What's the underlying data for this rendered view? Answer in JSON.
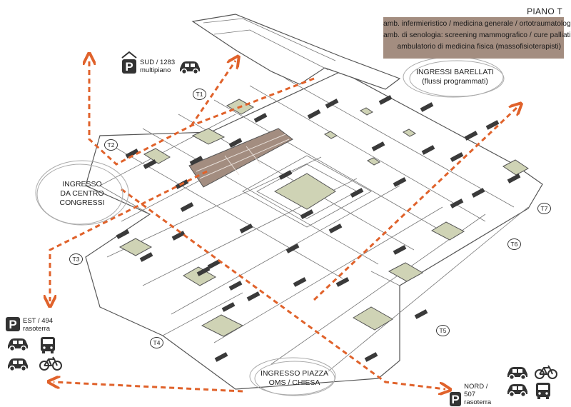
{
  "floor_label": "PIANO T",
  "services": [
    "amb. infermieristico / medicina generale / ortotraumatologia",
    "amb. di senologia: screening mammografico / cure palliative",
    "ambulatorio di medicina fisica (massofisioterapisti)"
  ],
  "entrances": {
    "stretcher": {
      "line1": "INGRESSI BARELLATI",
      "line2": "(flussi programmati)"
    },
    "congress": {
      "line1": "INGRESSO",
      "line2": "DA CENTRO",
      "line3": "CONGRESSI"
    },
    "piazza": {
      "line1": "INGRESSO PIAZZA",
      "line2": "OMS / CHIESA"
    }
  },
  "towers": [
    "T1",
    "T2",
    "T3",
    "T4",
    "T5",
    "T6",
    "T7"
  ],
  "parking": {
    "south": {
      "sign": "P",
      "line1": "SUD / 1283",
      "line2": "multipiano",
      "icons": [
        "car-icon"
      ]
    },
    "east": {
      "sign": "P",
      "line1": "EST / 494",
      "line2": "rasoterra",
      "icons": [
        "car-icon",
        "bus-icon",
        "car-icon",
        "bicycle-icon"
      ]
    },
    "north": {
      "sign": "P",
      "line1": "NORD / 507",
      "line2": "rasoterra",
      "icons": [
        "car-icon",
        "bicycle-icon",
        "car-icon",
        "bus-icon"
      ]
    }
  },
  "colors": {
    "arrow": "#e0622b",
    "info_box": "#a38d80",
    "highlight_wing": "#a38d80",
    "courtyard": "#cfd3b5",
    "dark_block": "#3a3a3a",
    "wall": "#555555"
  }
}
